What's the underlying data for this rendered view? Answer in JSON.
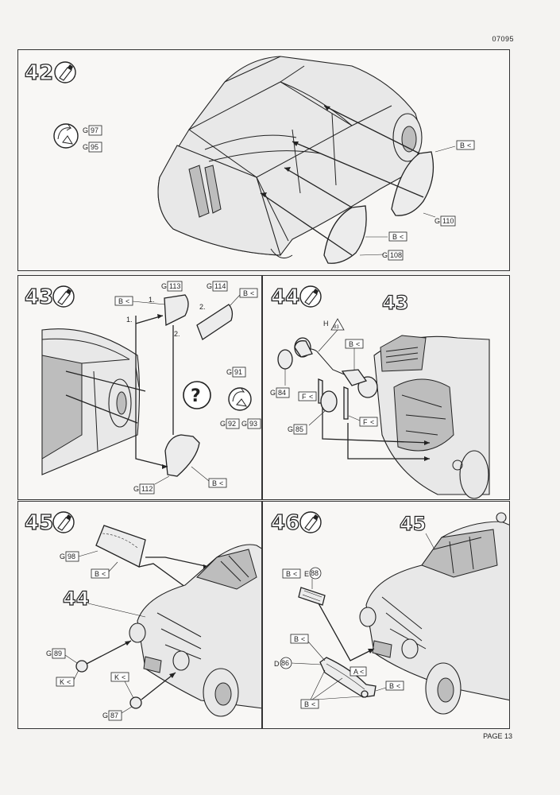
{
  "header": {
    "code": "07095"
  },
  "footer": {
    "page": "PAGE 13"
  },
  "steps": {
    "s42": {
      "number": "42",
      "icon": "glue-tube-icon",
      "ref1": {
        "letter": "G",
        "num": "97"
      },
      "ref2": {
        "letter": "G",
        "num": "95"
      },
      "pB1": "B",
      "pB2": "B",
      "p110": {
        "letter": "G",
        "num": "110"
      },
      "p108": {
        "letter": "G",
        "num": "108"
      }
    },
    "s43": {
      "number": "43",
      "icon": "glue-tube-icon",
      "p113": {
        "letter": "G",
        "num": "113"
      },
      "p114": {
        "letter": "G",
        "num": "114"
      },
      "b_left": "B",
      "b_right": "B",
      "b_bottom": "B",
      "step1a": "1.",
      "step1b": "1.",
      "step2a": "2.",
      "step2b": "2.",
      "p91": {
        "letter": "G",
        "num": "91"
      },
      "p92": {
        "letter": "G",
        "num": "92"
      },
      "p93": {
        "letter": "G",
        "num": "93"
      },
      "p112": {
        "letter": "G",
        "num": "112"
      }
    },
    "s44": {
      "number": "44",
      "ref_step": "43",
      "h_letter": "H",
      "h_num": "83",
      "b1": "B",
      "f1": "F",
      "f2": "F",
      "p84": {
        "letter": "G",
        "num": "84"
      },
      "p85": {
        "letter": "G",
        "num": "85"
      }
    },
    "s45": {
      "number": "45",
      "ref_step": "44",
      "p98": {
        "letter": "G",
        "num": "98"
      },
      "b1": "B",
      "p89": {
        "letter": "G",
        "num": "89"
      },
      "k1": "K",
      "k2": "K",
      "p87": {
        "letter": "G",
        "num": "87"
      }
    },
    "s46": {
      "number": "46",
      "ref_step": "45",
      "b_top": "B",
      "e_letter": "E",
      "e_num": "88",
      "b_mid": "B",
      "d_letter": "D",
      "d_num": "86",
      "a1": "A",
      "b_right": "B",
      "b_bottom": "B"
    }
  }
}
